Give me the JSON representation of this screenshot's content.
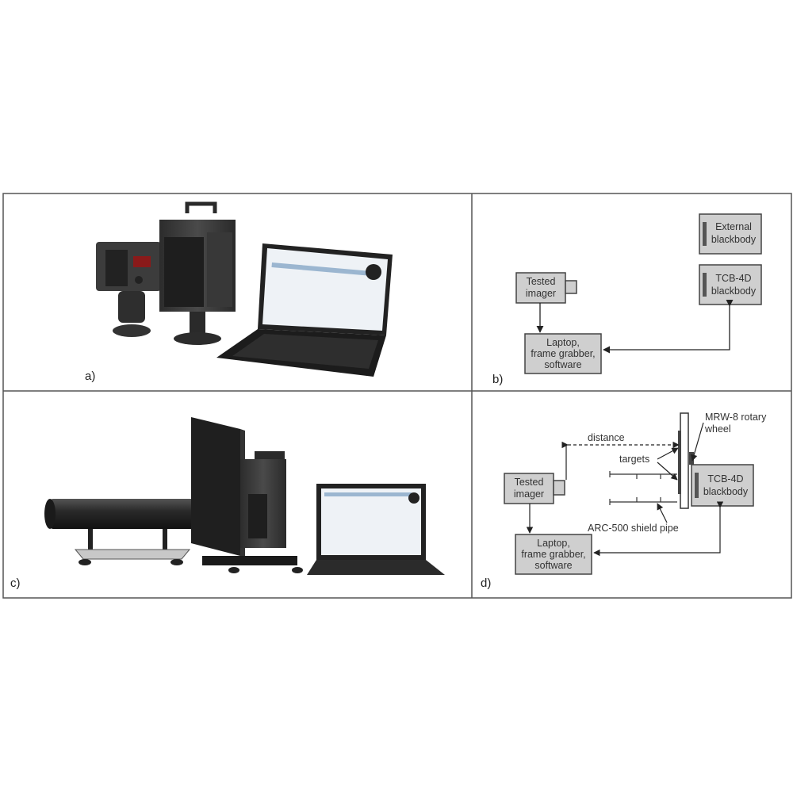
{
  "panels": {
    "a": {
      "label": "a)"
    },
    "b": {
      "label": "b)",
      "tested_imager": [
        "Tested",
        "imager"
      ],
      "laptop": [
        "Laptop,",
        "frame grabber,",
        "software"
      ],
      "external_blackbody": [
        "External",
        "blackbody"
      ],
      "tcb_blackbody": [
        "TCB-4D",
        "blackbody"
      ]
    },
    "c": {
      "label": "c)"
    },
    "d": {
      "label": "d)",
      "tested_imager": [
        "Tested",
        "imager"
      ],
      "laptop": [
        "Laptop,",
        "frame grabber,",
        "software"
      ],
      "tcb_blackbody": [
        "TCB-4D",
        "blackbody"
      ],
      "distance": "distance",
      "targets": "targets",
      "rotary_wheel": [
        "MRW-8 rotary",
        "wheel"
      ],
      "shield_pipe": "ARC-500 shield pipe"
    }
  },
  "colors": {
    "box_fill": "#cfcfcf",
    "box_stroke": "#444444",
    "equipment_dark": "#3a3a3a",
    "screen": "#eef2f6"
  }
}
